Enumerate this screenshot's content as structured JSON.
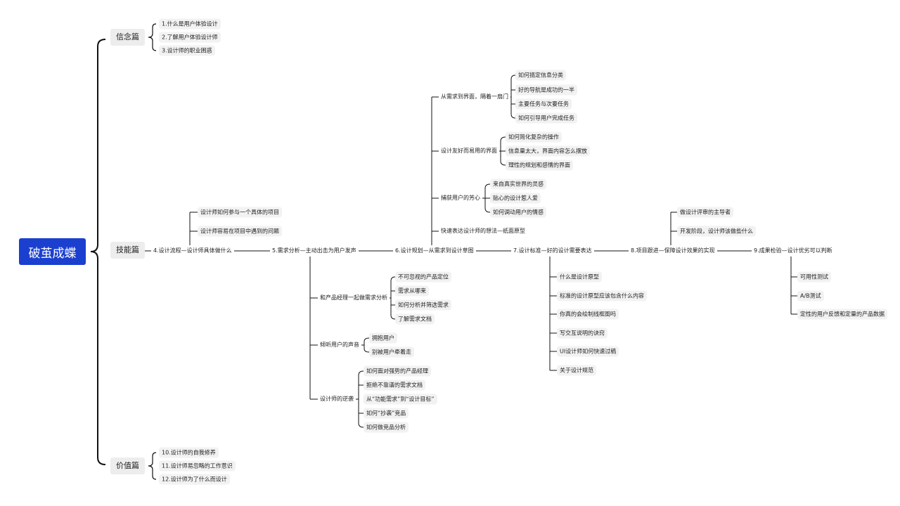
{
  "root": "破茧成蝶",
  "sections": {
    "belief": {
      "label": "信念篇",
      "items": [
        "1.什么是用户体验设计",
        "2.了解用户体验设计师",
        "3.设计师的职业困惑"
      ]
    },
    "skill": {
      "label": "技能篇",
      "chapters": {
        "c4": {
          "label": "4.设计流程—设计师具体做什么",
          "items": [
            "设计师如何参与一个具体的项目",
            "设计师容易在项目中遇到的问题"
          ]
        },
        "c5": {
          "label": "5.需求分析—主动出击为用户发声",
          "groups": [
            {
              "label": "和产品经理一起做需求分析",
              "items": [
                "不可忽视的产品定位",
                "需求从哪来",
                "如何分析并筛选需求",
                "了解需求文档"
              ]
            },
            {
              "label": "倾听用户的声音",
              "items": [
                "拥抱用户",
                "别被用户牵着走"
              ]
            },
            {
              "label": "设计师的逆袭",
              "items": [
                "如何面对强势的产品经理",
                "拒绝不靠谱的需求文档",
                "从“功能需求”到“设计目标”",
                "如何“抄袭”竞品",
                "如何做竞品分析"
              ]
            }
          ]
        },
        "c6": {
          "label": "6.设计规划—从需求到设计草图",
          "groups": [
            {
              "label": "从需求到界面，隔着一扇门",
              "items": [
                "如何搞定信息分类",
                "好的导航是成功的一半",
                "主要任务与次要任务",
                "如何引导用户完成任务"
              ]
            },
            {
              "label": "设计友好而易用的界面",
              "items": [
                "如何简化复杂的操作",
                "信息量太大，界面内容怎么摆放",
                "理性的规划和感情的界面"
              ]
            },
            {
              "label": "捕获用户的芳心",
              "items": [
                "来自真实世界的灵感",
                "贴心的设计惹人爱",
                "如何调动用户的情感"
              ]
            },
            {
              "label": "快速表达设计师的想法—纸面原型",
              "items": []
            }
          ]
        },
        "c7": {
          "label": "7.设计标准—好的设计需要表达",
          "items": [
            "什么是设计原型",
            "标准的设计原型应该包含什么内容",
            "你真的会绘制线框图吗",
            "写交互说明的诀窍",
            "UI设计师如何快速过稿",
            "关于设计规范"
          ]
        },
        "c8": {
          "label": "8.项目跟进—保障设计效果的实现",
          "items": [
            "做设计评审的主导者",
            "开发阶段，设计师该做些什么"
          ]
        },
        "c9": {
          "label": "9.成果检验—设计优劣可以判断",
          "items": [
            "可用性测试",
            "A/B测试",
            "定性的用户反馈和定量的产品数据"
          ]
        }
      }
    },
    "value": {
      "label": "价值篇",
      "items": [
        "10.设计师的自我修养",
        "11.设计师易忽略的工作意识",
        "12.设计师为了什么而设计"
      ]
    }
  },
  "colors": {
    "root": "#1b3fcf",
    "line": "#111111",
    "section_bg": "#ededed",
    "leaf_bg": "#f2f2f2"
  }
}
